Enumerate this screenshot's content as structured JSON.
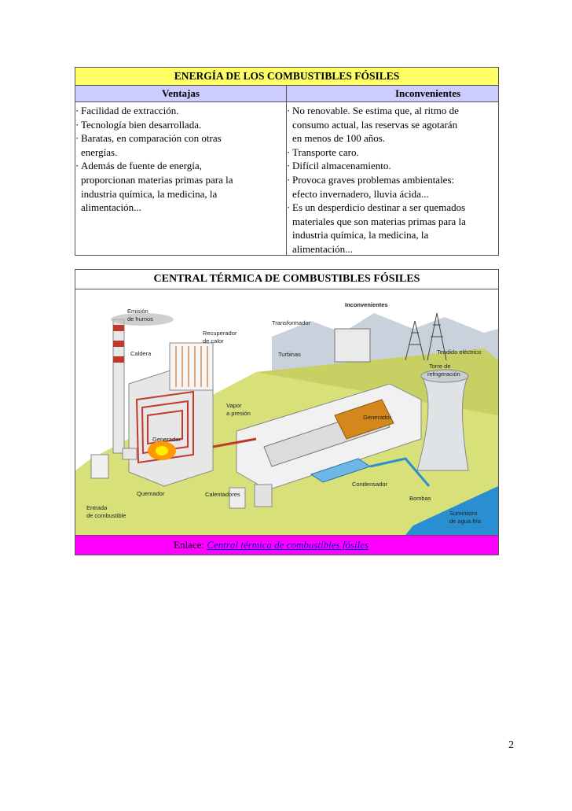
{
  "table1": {
    "title": "ENERGÍA DE LOS COMBUSTIBLES FÓSILES",
    "col_ventajas": "Ventajas",
    "col_inconvenientes": "Inconvenientes",
    "ventajas": [
      [
        "Facilidad de extracción."
      ],
      [
        "Tecnología bien desarrollada."
      ],
      [
        "Baratas, en comparación con otras",
        "energías."
      ],
      [
        "Además de fuente de energía,",
        "proporcionan materias primas para la",
        "industria química, la medicina, la",
        "alimentación..."
      ]
    ],
    "inconvenientes": [
      [
        "No renovable. Se estima que, al ritmo de",
        "consumo actual, las reservas se agotarán",
        "en menos de 100 años."
      ],
      [
        "Transporte caro."
      ],
      [
        "Difícil almacenamiento."
      ],
      [
        "Provoca graves problemas ambientales:",
        "efecto invernadero, lluvia ácida..."
      ],
      [
        "Es un desperdicio destinar a ser quemados",
        "materiales que son materias primas para la",
        "industria química, la medicina, la",
        "alimentación..."
      ]
    ]
  },
  "table2": {
    "title": "CENTRAL TÉRMICA DE COMBUSTIBLES FÓSILES",
    "link_prefix": "Enlace: ",
    "link_text": "Central térmica de combustibles fósiles"
  },
  "diagram": {
    "labels": {
      "emision": [
        "Emisión",
        "de humos"
      ],
      "recuperador": [
        "Recuperador",
        "de calor"
      ],
      "transformador": "Transformador",
      "inconvenientes": "Inconvenientes",
      "tendido": "Tendido eléctrico",
      "caldera": "Caldera",
      "turbinas": "Turbinas",
      "torre": [
        "Torre de",
        "refrigeración"
      ],
      "vapor": [
        "Vapor",
        "a presión"
      ],
      "generador": "Generador",
      "generador_caldera": "Generador",
      "condensador": "Condensador",
      "bombas": "Bombas",
      "calentadores": "Calentadores",
      "quemador": "Quemador",
      "entrada": [
        "Entrada",
        "de combustible"
      ],
      "suministro": [
        "Suministro",
        "de agua fría"
      ]
    }
  },
  "page_number": "2",
  "colors": {
    "title_bg": "#ffff66",
    "header_bg": "#ccccff",
    "link_bg": "#ff00ff",
    "ground": "#d8e07a",
    "water": "#2a8fd0"
  }
}
